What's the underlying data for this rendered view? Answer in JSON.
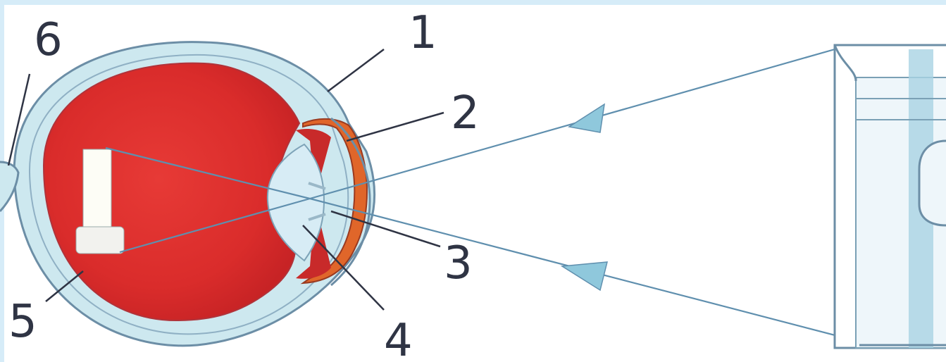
{
  "labels": {
    "l1": "1",
    "l2": "2",
    "l3": "3",
    "l4": "4",
    "l5": "5",
    "l6": "6"
  },
  "colors": {
    "background": "#ffffff",
    "frame": "#d6ecf8",
    "sclera": "#cde8ef",
    "eyeball": "#e0312e",
    "iris": "#e0662a",
    "lens": "#d7ecf5",
    "rays": "#5f8fae",
    "arrow": "#8fc8dc",
    "object": "#a9d3e4",
    "label": "#2f3444"
  }
}
